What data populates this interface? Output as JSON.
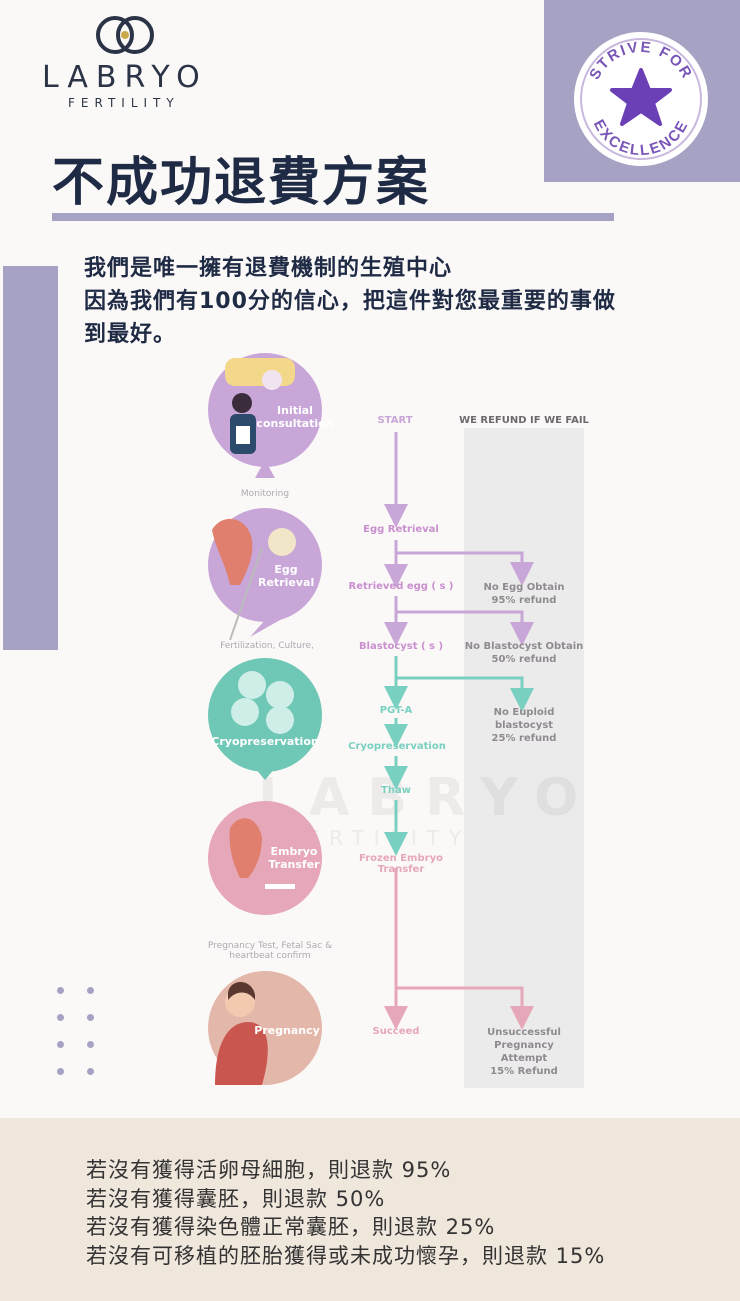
{
  "logo": {
    "name": "LABRYO",
    "sub": "FERTILITY"
  },
  "badge": {
    "text": "STRIVE FOR EXCELLENCE",
    "top": "STRIVE FOR",
    "bottom": "EXCELLENCE"
  },
  "title": "不成功退費方案",
  "intro": [
    "我們是唯一擁有退費機制的生殖中心",
    "因為我們有100分的信心，把這件對您最重要的事做",
    "到最好。"
  ],
  "diagram": {
    "header_start": "START",
    "header_refund": "WE REFUND IF WE FAIL",
    "stages": [
      {
        "label": "Initial consultation",
        "icon": "consultation-icon"
      },
      {
        "label": "Egg Retrieval",
        "icon": "egg-retrieval-icon"
      },
      {
        "label": "Cryopreservation",
        "icon": "cryopreservation-icon"
      },
      {
        "label": "Embryo Transfer",
        "icon": "embryo-transfer-icon"
      },
      {
        "label": "Pregnancy",
        "icon": "pregnancy-icon"
      }
    ],
    "between": [
      "Monitoring",
      "Fertilization, Culture,",
      "Pregnancy Test, Fetal Sac & heartbeat confirm"
    ],
    "steps": [
      "Egg Retrieval",
      "Retrieved egg ( s )",
      "Blastocyst ( s )",
      "PGT-A",
      "Cryopreservation",
      "Thaw",
      "Frozen Embryo Transfer",
      "Succeed"
    ],
    "refunds": [
      {
        "line1": "No Egg Obtain",
        "line2": "95% refund"
      },
      {
        "line1": "No Blastocyst Obtain",
        "line2": "50% refund"
      },
      {
        "line1": "No Euploid blastocyst",
        "line2": "25% refund"
      },
      {
        "line1": "Unsuccessful",
        "line2": "Pregnancy",
        "line3": "Attempt",
        "line4": "15% Refund"
      }
    ],
    "colors": {
      "purple": "#c9a6d8",
      "teal": "#79cfc0",
      "pink": "#e6a7b8",
      "accent": "#a6a2c4",
      "navy": "#1f2a44"
    }
  },
  "watermark": {
    "main": "LABRYO",
    "sub": "FERTILITY"
  },
  "footer": [
    "若沒有獲得活卵母細胞，則退款 95%",
    "若沒有獲得囊胚，則退款 50%",
    "若沒有獲得染色體正常囊胚，則退款 25%",
    "若沒有可移植的胚胎獲得或未成功懷孕，則退款 15%"
  ]
}
